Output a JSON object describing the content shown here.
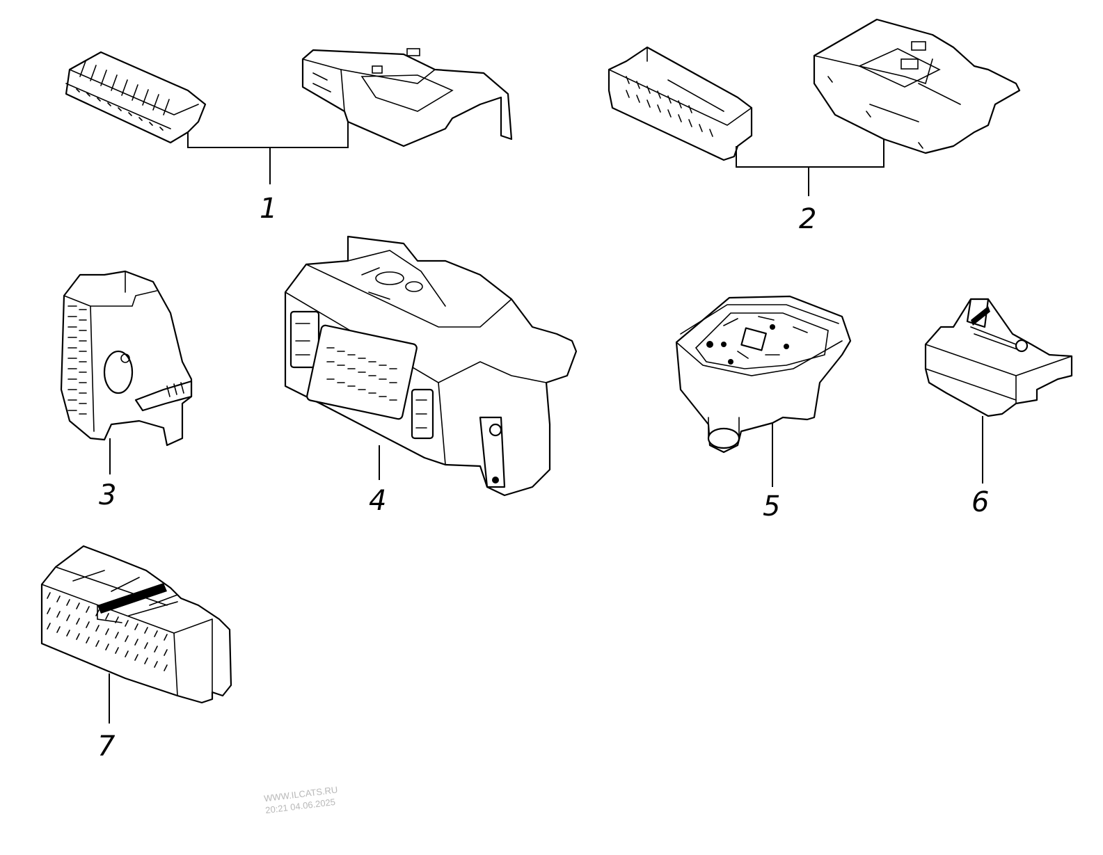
{
  "callouts": {
    "c1": "1",
    "c2": "2",
    "c3": "3",
    "c4": "4",
    "c5": "5",
    "c6": "6",
    "c7": "7"
  },
  "watermark": {
    "site": "WWW.ILCATS.RU",
    "datetime": "20:21 04.06.2025"
  }
}
